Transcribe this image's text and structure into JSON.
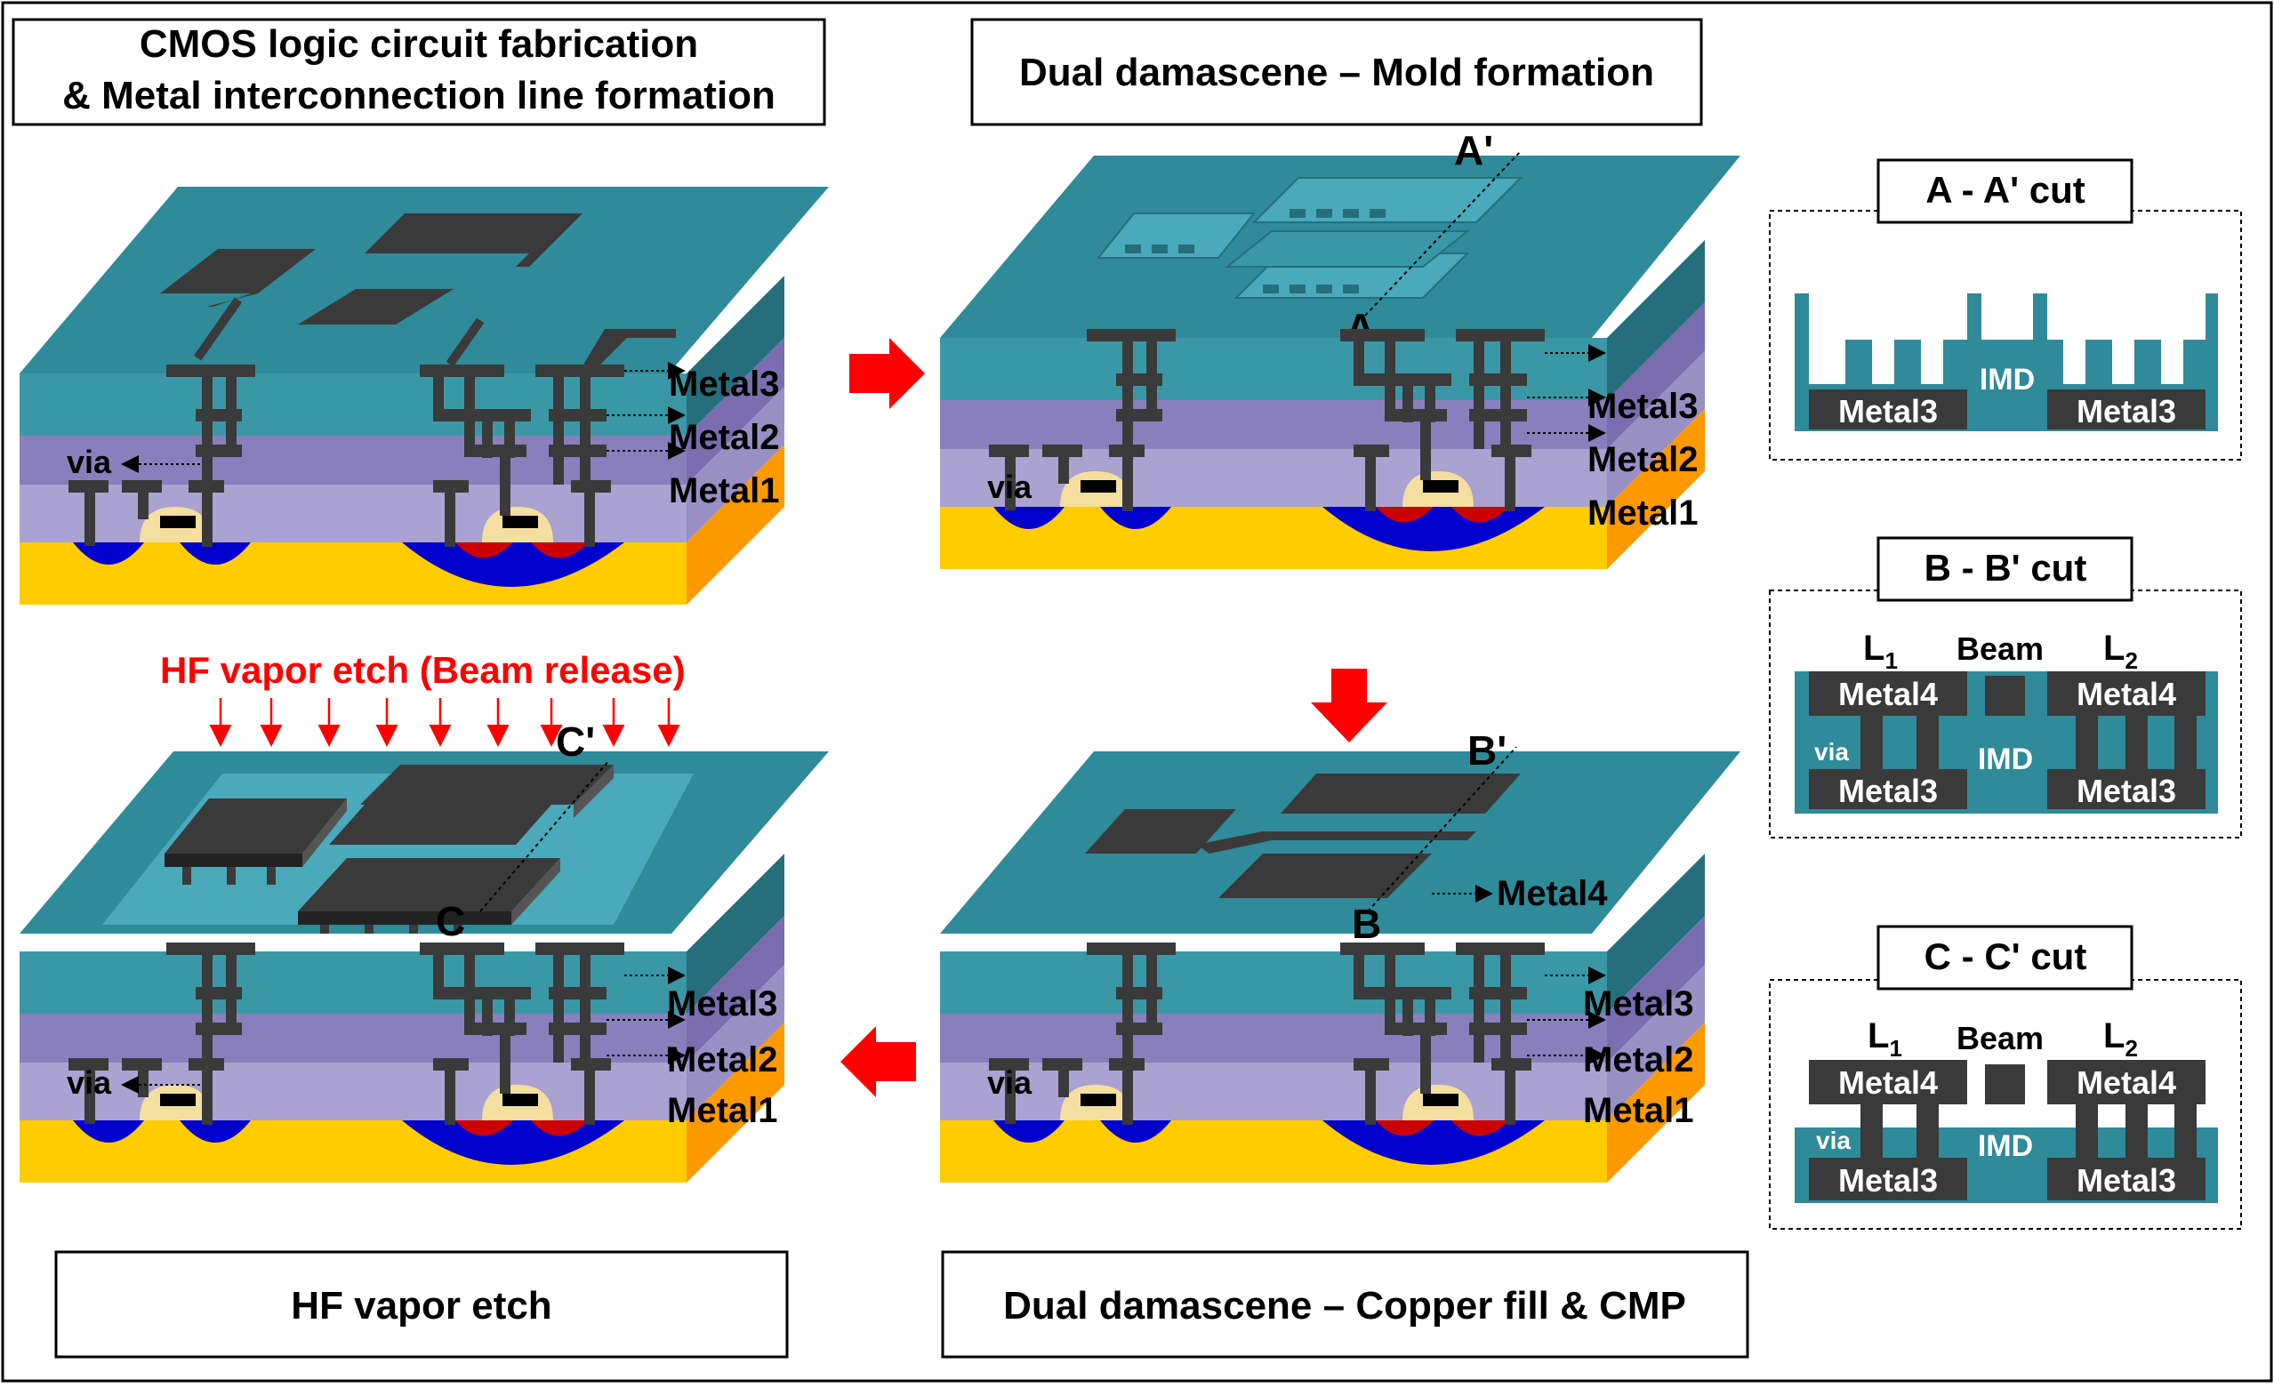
{
  "panels": {
    "p1": {
      "title_line1": "CMOS logic circuit fabrication",
      "title_line2": "& Metal interconnection line formation",
      "labels": {
        "metal3": "Metal3",
        "metal2": "Metal2",
        "metal1": "Metal1",
        "via": "via"
      }
    },
    "p2": {
      "title": "Dual damascene – Mold formation",
      "cut_a": "A",
      "cut_a_prime": "A'",
      "labels": {
        "metal3": "Metal3",
        "metal2": "Metal2",
        "metal1": "Metal1",
        "via": "via"
      }
    },
    "p3": {
      "title": "Dual damascene – Copper fill & CMP",
      "cut_b": "B",
      "cut_b_prime": "B'",
      "metal4": "Metal4",
      "labels": {
        "metal3": "Metal3",
        "metal2": "Metal2",
        "metal1": "Metal1",
        "via": "via"
      }
    },
    "p4": {
      "title": "HF vapor etch",
      "etch_label": "HF vapor etch (Beam release)",
      "cut_c": "C",
      "cut_c_prime": "C'",
      "labels": {
        "metal3": "Metal3",
        "metal2": "Metal2",
        "metal1": "Metal1",
        "via": "via"
      }
    }
  },
  "cuts": {
    "aa": {
      "title": "A - A' cut",
      "imd": "IMD",
      "metal3_left": "Metal3",
      "metal3_right": "Metal3"
    },
    "bb": {
      "title": "B - B' cut",
      "l1": "L",
      "l1_sub": "1",
      "beam": "Beam",
      "l2": "L",
      "l2_sub": "2",
      "metal4_left": "Metal4",
      "metal4_right": "Metal4",
      "imd": "IMD",
      "via": "via",
      "metal3_left": "Metal3",
      "metal3_right": "Metal3"
    },
    "cc": {
      "title": "C - C' cut",
      "l1": "L",
      "l1_sub": "1",
      "beam": "Beam",
      "l2": "L",
      "l2_sub": "2",
      "metal4_left": "Metal4",
      "metal4_right": "Metal4",
      "imd": "IMD",
      "via": "via",
      "metal3_left": "Metal3",
      "metal3_right": "Metal3"
    }
  },
  "colors": {
    "teal_top": "#2f8a99",
    "teal_layer": "#3a98a6",
    "teal_side": "#256f7c",
    "purple_dark": "#8a7fbd",
    "purple_light": "#aaa2d0",
    "purple_side": "#7a6db0",
    "substrate": "#ffcc00",
    "substrate_side": "#ff9900",
    "metal": "#3a3a3a",
    "well": "#0000cc",
    "source_drain": "#cc0000",
    "gate_oxide": "#f5dfa0",
    "arrow_red": "#ff0000",
    "cavity": "#4aa9bb"
  }
}
